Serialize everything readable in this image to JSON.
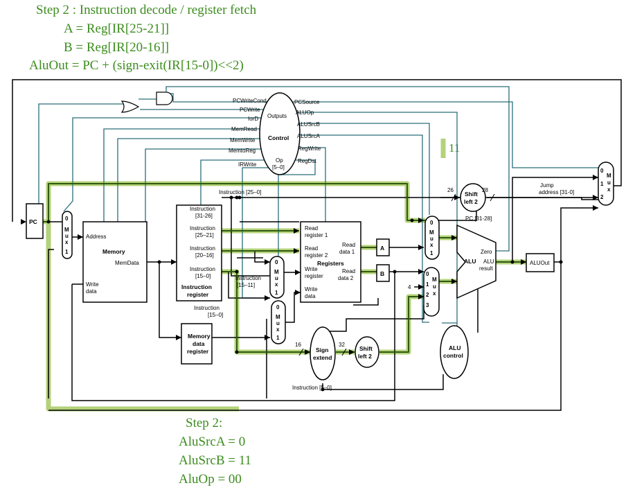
{
  "header": {
    "title": "Step 2 : Instruction decode / register fetch",
    "line_a": "A = Reg[IR[25-21]]",
    "line_b": "B = Reg[IR[20-16]]",
    "line_aluout": "AluOut = PC + (sign-exit(IR[15-0])<<2)"
  },
  "footer": {
    "title": "Step 2:",
    "alusrca": "AluSrcA = 0",
    "alusrcb": "AluSrcB = 11",
    "aluop": "AluOp = 00"
  },
  "annotation_11": "11",
  "control": {
    "outputs_label": "Outputs",
    "name": "Control",
    "op_label": "Op",
    "op_bits": "[5–0]",
    "left_signals": [
      "PCWriteCond",
      "PCWrite",
      "IorD",
      "MemRead",
      "MemWrite",
      "MemtoReg",
      "IRWrite"
    ],
    "right_signals": [
      "PCSource",
      "ALUOp",
      "ALUSrcB",
      "ALUSrcA",
      "RegWrite",
      "RegDst"
    ]
  },
  "blocks": {
    "pc": "PC",
    "memory": {
      "name": "Memory",
      "address": "Address",
      "memdata": "MemData",
      "write": "Write",
      "data": "data"
    },
    "ir": {
      "f1": "Instruction",
      "f1b": "[31-26]",
      "f2": "Instruction",
      "f2b": "[25–21]",
      "f3": "Instruction",
      "f3b": "[20–16]",
      "f4": "Instruction",
      "f4b": "[15–0]",
      "name1": "Instruction",
      "name2": "register"
    },
    "mdr": {
      "l1": "Memory",
      "l2": "data",
      "l3": "register"
    },
    "registers": {
      "rr1a": "Read",
      "rr1b": "register 1",
      "rr2a": "Read",
      "rr2b": "register 2",
      "wra": "Write",
      "wrb": "register",
      "wda": "Write",
      "wdb": "data",
      "rd1a": "Read",
      "rd1b": "data 1",
      "rd2a": "Read",
      "rd2b": "data 2",
      "name": "Registers"
    },
    "a": "A",
    "b": "B",
    "alu": {
      "name": "ALU",
      "zero": "Zero",
      "res1": "ALU",
      "res2": "result"
    },
    "aluout": "ALUOut",
    "alu_control": {
      "l1": "ALU",
      "l2": "control"
    },
    "sign_extend": {
      "l1": "Sign",
      "l2": "extend"
    },
    "shift_left_2": {
      "l1": "Shift",
      "l2": "left 2"
    },
    "shift_left_2_top": {
      "l1": "Shift",
      "l2": "left 2"
    }
  },
  "wire_labels": {
    "instr_25_0": "Instruction [25–0]",
    "instr_15_11a": "Instruction",
    "instr_15_11b": "[15–11]",
    "instr_15_0a": "Instruction",
    "instr_15_0b": "[15–0]",
    "instr_5_0": "Instruction [5–0]",
    "n26": "26",
    "n28": "28",
    "pc_31_28": "PC [31-28]",
    "jump1": "Jump",
    "jump2": "address [31-0]",
    "n16": "16",
    "n32": "32",
    "n4": "4"
  },
  "mux_labels": {
    "m": "M",
    "u": "u",
    "x": "x",
    "zero": "0",
    "one": "1",
    "two": "2",
    "three": "3"
  },
  "colors": {
    "title_green": "#3c8c1e",
    "highlight": "#b4d27a",
    "active_wire": "#2f5a10",
    "control_wire": "#2a6e78"
  }
}
